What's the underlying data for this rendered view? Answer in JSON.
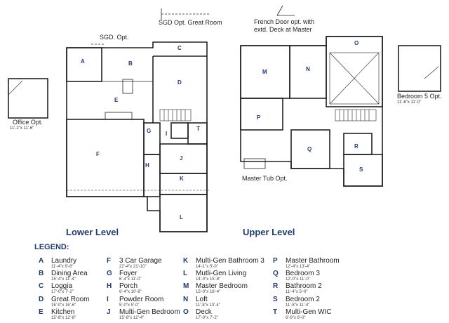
{
  "labels": {
    "sgd_great_room": "SGD Opt. Great Room",
    "sgd": "SGD. Opt.",
    "french_door": "French Door opt. with",
    "french_door2": "extd. Deck at Master",
    "office_name": "Office Opt.",
    "office_dim": "11'-2\"x 11'-6\"",
    "bedroom5_name": "Bedroom 5 Opt.",
    "bedroom5_dim": "11'-6\"x 11'-0\"",
    "master_tub": "Master Tub Opt.",
    "lower_level": "Lower Level",
    "upper_level": "Upper Level",
    "legend_title": "LEGEND:"
  },
  "room_letters": [
    "A",
    "B",
    "C",
    "D",
    "E",
    "F",
    "G",
    "H",
    "I",
    "J",
    "K",
    "L",
    "M",
    "N",
    "O",
    "P",
    "Q",
    "R",
    "S",
    "T"
  ],
  "legend": [
    {
      "letter": "A",
      "name": "Laundry",
      "dim": "11'-4\"x 9'-8\""
    },
    {
      "letter": "B",
      "name": "Dining Area",
      "dim": "15'-4\"x 11'-4\""
    },
    {
      "letter": "C",
      "name": "Loggia",
      "dim": "17'-0\"x 7'-2\""
    },
    {
      "letter": "D",
      "name": "Great Room",
      "dim": "16'-0\"x 16'-6\""
    },
    {
      "letter": "E",
      "name": "Kitchen",
      "dim": "15'-8\"x 12'-8\""
    },
    {
      "letter": "F",
      "name": "3 Car Garage",
      "dim": "22'-4\"x 21'-10\""
    },
    {
      "letter": "G",
      "name": "Foyer",
      "dim": "6'-4\"x 11'-0\""
    },
    {
      "letter": "H",
      "name": "Porch",
      "dim": "6'-4\"x 10'-8\""
    },
    {
      "letter": "I",
      "name": "Powder Room",
      "dim": "5'-0\"x 5'-0\""
    },
    {
      "letter": "J",
      "name": "Multi-Gen Bedroom",
      "dim": "15'-8\"x 12'-4\""
    },
    {
      "letter": "K",
      "name": "Multi-Gen Bathroom 3",
      "dim": "14'-1\"x 5'-0\""
    },
    {
      "letter": "L",
      "name": "Mutli-Gen Living",
      "dim": "14'-0\"x 15'-8\""
    },
    {
      "letter": "M",
      "name": "Master Bedroom",
      "dim": "15'-0\"x 16'-4\""
    },
    {
      "letter": "N",
      "name": "Loft",
      "dim": "11'-8\"x 13'-4\""
    },
    {
      "letter": "O",
      "name": "Deck",
      "dim": "17'-0\"x 7'-2\""
    },
    {
      "letter": "P",
      "name": "Master Bathroom",
      "dim": "12'-4\"x 13'-4\""
    },
    {
      "letter": "Q",
      "name": "Bedroom 3",
      "dim": "12'-0\"x 11'-0\""
    },
    {
      "letter": "R",
      "name": "Bathroom 2",
      "dim": "11'-4\"x 5'-0\""
    },
    {
      "letter": "S",
      "name": "Bedroom 2",
      "dim": "11'-8\"x 11'-4\""
    },
    {
      "letter": "T",
      "name": "Multi-Gen WIC",
      "dim": "6'-6\"x 8'-0\""
    }
  ]
}
